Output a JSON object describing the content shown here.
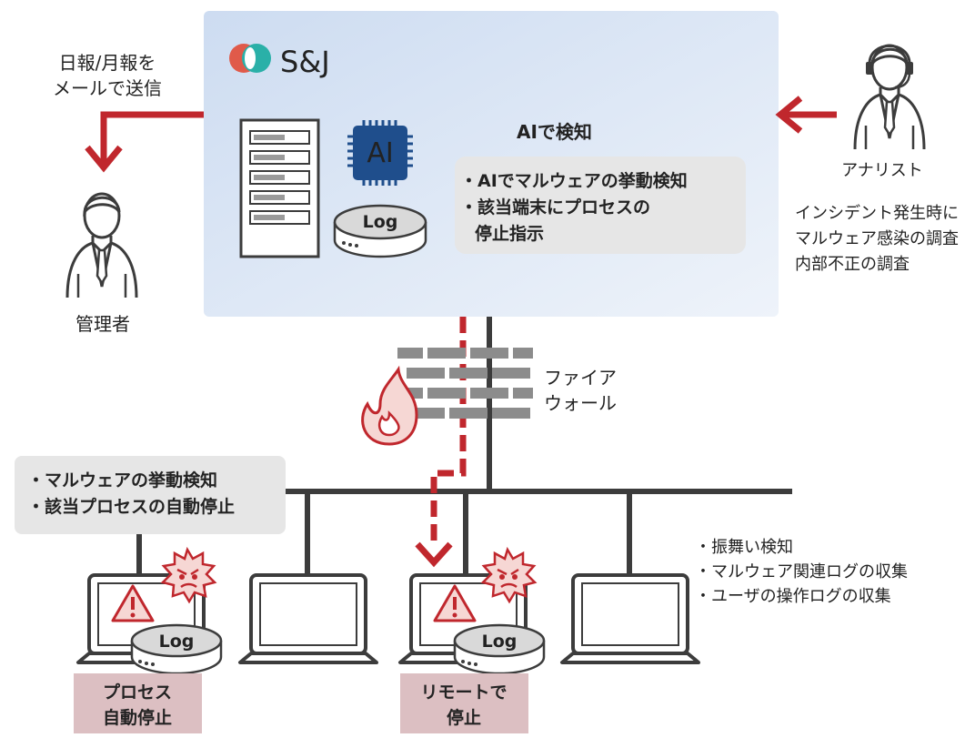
{
  "brand": {
    "name": "S&J",
    "logo": "sj-logo-icon"
  },
  "cloud": {
    "ai_label": "AIで検知",
    "chip_label": "AI",
    "log_label": "Log",
    "info_lines": [
      "・AIでマルウェアの挙動検知",
      "・該当端末にプロセスの",
      "停止指示"
    ]
  },
  "manager": {
    "report_lines": [
      "日報/月報を",
      "メールで送信"
    ],
    "label": "管理者"
  },
  "analyst": {
    "label": "アナリスト",
    "desc_lines": [
      "インシデント発生時に",
      "マルウェア感染の調査",
      "内部不正の調査"
    ]
  },
  "firewall": {
    "label_lines": [
      "ファイア",
      "ウォール"
    ]
  },
  "endpoint_box": {
    "lines": [
      "・マルウェアの挙動検知",
      "・該当プロセスの自動停止"
    ]
  },
  "features": {
    "lines": [
      "・振舞い検知",
      "・マルウェア関連ログの収集",
      "・ユーザの操作ログの収集"
    ]
  },
  "pc_log_label": "Log",
  "actions": {
    "auto_stop": [
      "プロセス",
      "自動停止"
    ],
    "remote_stop": [
      "リモートで",
      "停止"
    ]
  },
  "colors": {
    "accent_red": "#c0272d",
    "cloud_bg": "#d6e3f4",
    "chip_bg": "#1f4e8c",
    "gray_box": "#e6e6e6",
    "action_box": "#dcbfc2",
    "line_dark": "#3c3c3c"
  }
}
